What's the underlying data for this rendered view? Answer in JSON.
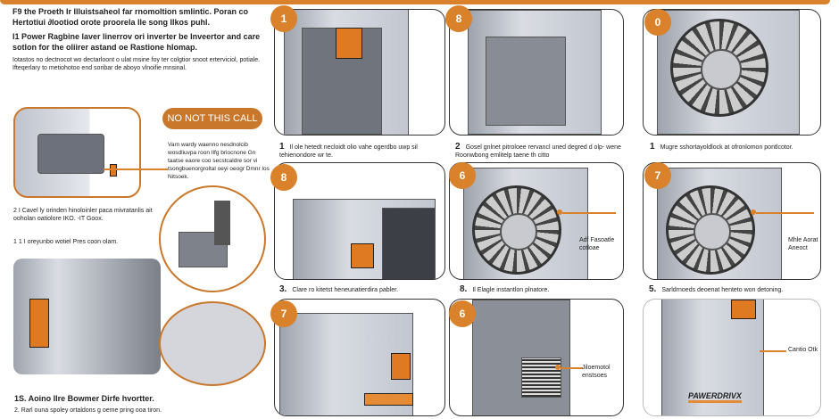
{
  "intro": {
    "line1": "F9 the Proeth Ir Illuistsaheol far rnomoltion smlintic. Poran co Hertotiui ∂lootiod orote proorela lle song Ilkos puhl.",
    "heading": "I1 Power Ragbine laver linerrov ori inverter be Inveertor and care sotlon for the oliirer astand oe Rastione hlomap.",
    "body": "Iotastos no dectnocot wo dectarloont o ulat msine foy ter colgtior snoot erterviciol, potiale. Ifteqerlary to metiohotoo end soribar de aboyo vlnoifie mnsinal."
  },
  "callout": {
    "label": "NO NOT THIS CALL",
    "text": "Varn wardy waenno nesdnolcib wosdliuvpa roon Ilfg briocnone Gn taatse eaore coo secstcaldre sor vi tsongbuenorgroltal oeyi oeogr Dmnr los Nitsoek."
  },
  "left_captions": {
    "step2": "2 I Cavel ly orinden hinoloinler paca mivratanlis ait ooholan oatiolore IKO. -IT Goox.",
    "step1": "1 1 I oreyunbo wotiel Pres coon olam.",
    "footer_title": "1S. Aoino Ilre Bowmer Dirfe hvortter.",
    "footer_step": "2. Rarl ouna spoley ortaldons g oeme pring ooa tiron."
  },
  "panels": [
    {
      "badge": "1",
      "caption_num": "1",
      "caption": "Il ole hetedt necloidt olio vahe ogerdbo uwp sil tehienondore wr te."
    },
    {
      "badge": "8",
      "caption_num": "2",
      "caption": "Gosel gnlnet pitroloee rervancl uned degred d olp- wene Roonwbong emlitelp taene th citto"
    },
    {
      "badge": "0",
      "caption_num": "1",
      "caption": "Mugre sshortayoldlock at ofronlomon pontlcotor."
    },
    {
      "badge": "8",
      "caption_num": "3.",
      "caption": "Clare ro kitetst heneunatierdira pabler."
    },
    {
      "badge": "6",
      "caption_num": "8.",
      "caption": "Il Elagle instantlon plnatore.",
      "annotation": "Adf Fasoatle cotloae"
    },
    {
      "badge": "7",
      "caption_num": "5.",
      "caption": "Sarldrnoeds deoenat henteto won detoning.",
      "annotation": "Mhle Aorat Aneoct"
    },
    {
      "badge": "7"
    },
    {
      "badge": "6",
      "annotation": "Jiloemotol enstsoes"
    },
    {
      "annotation": "Cantio Otk",
      "brand": "PAWERDRIVX"
    }
  ],
  "colors": {
    "accent": "#d9822b",
    "outline": "#333333"
  }
}
